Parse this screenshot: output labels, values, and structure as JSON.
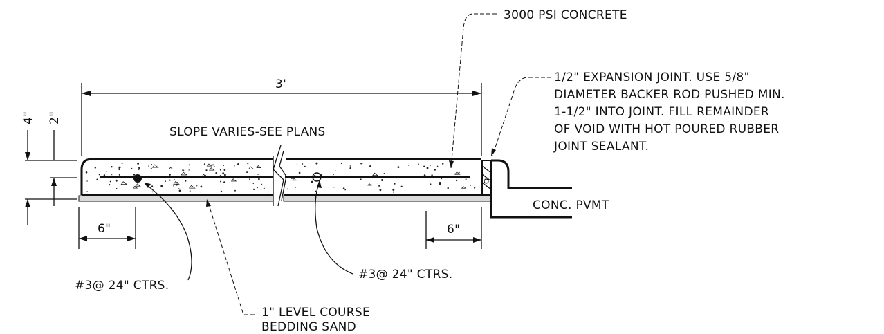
{
  "labels": {
    "concrete": "3000 PSI CONCRETE",
    "expansion_joint": [
      "1/2\" EXPANSION JOINT. USE 5/8\"",
      "DIAMETER BACKER ROD PUSHED MIN.",
      "1-1/2\" INTO JOINT. FILL REMAINDER",
      "OF VOID WITH HOT POURED RUBBER",
      "JOINT SEALANT."
    ],
    "slope": "SLOPE VARIES-SEE PLANS",
    "conc_pvmt": "CONC. PVMT",
    "rebar_left": "#3@ 24\" CTRS.",
    "rebar_right": "#3@ 24\" CTRS.",
    "bedding": [
      "1\" LEVEL COURSE",
      "BEDDING SAND"
    ]
  },
  "dimensions": {
    "width": "3'",
    "edge_left": "6\"",
    "edge_right": "6\"",
    "depth_total": "4\"",
    "depth_rebar": "2\""
  },
  "colors": {
    "line": "#111111",
    "background": "#ffffff"
  }
}
